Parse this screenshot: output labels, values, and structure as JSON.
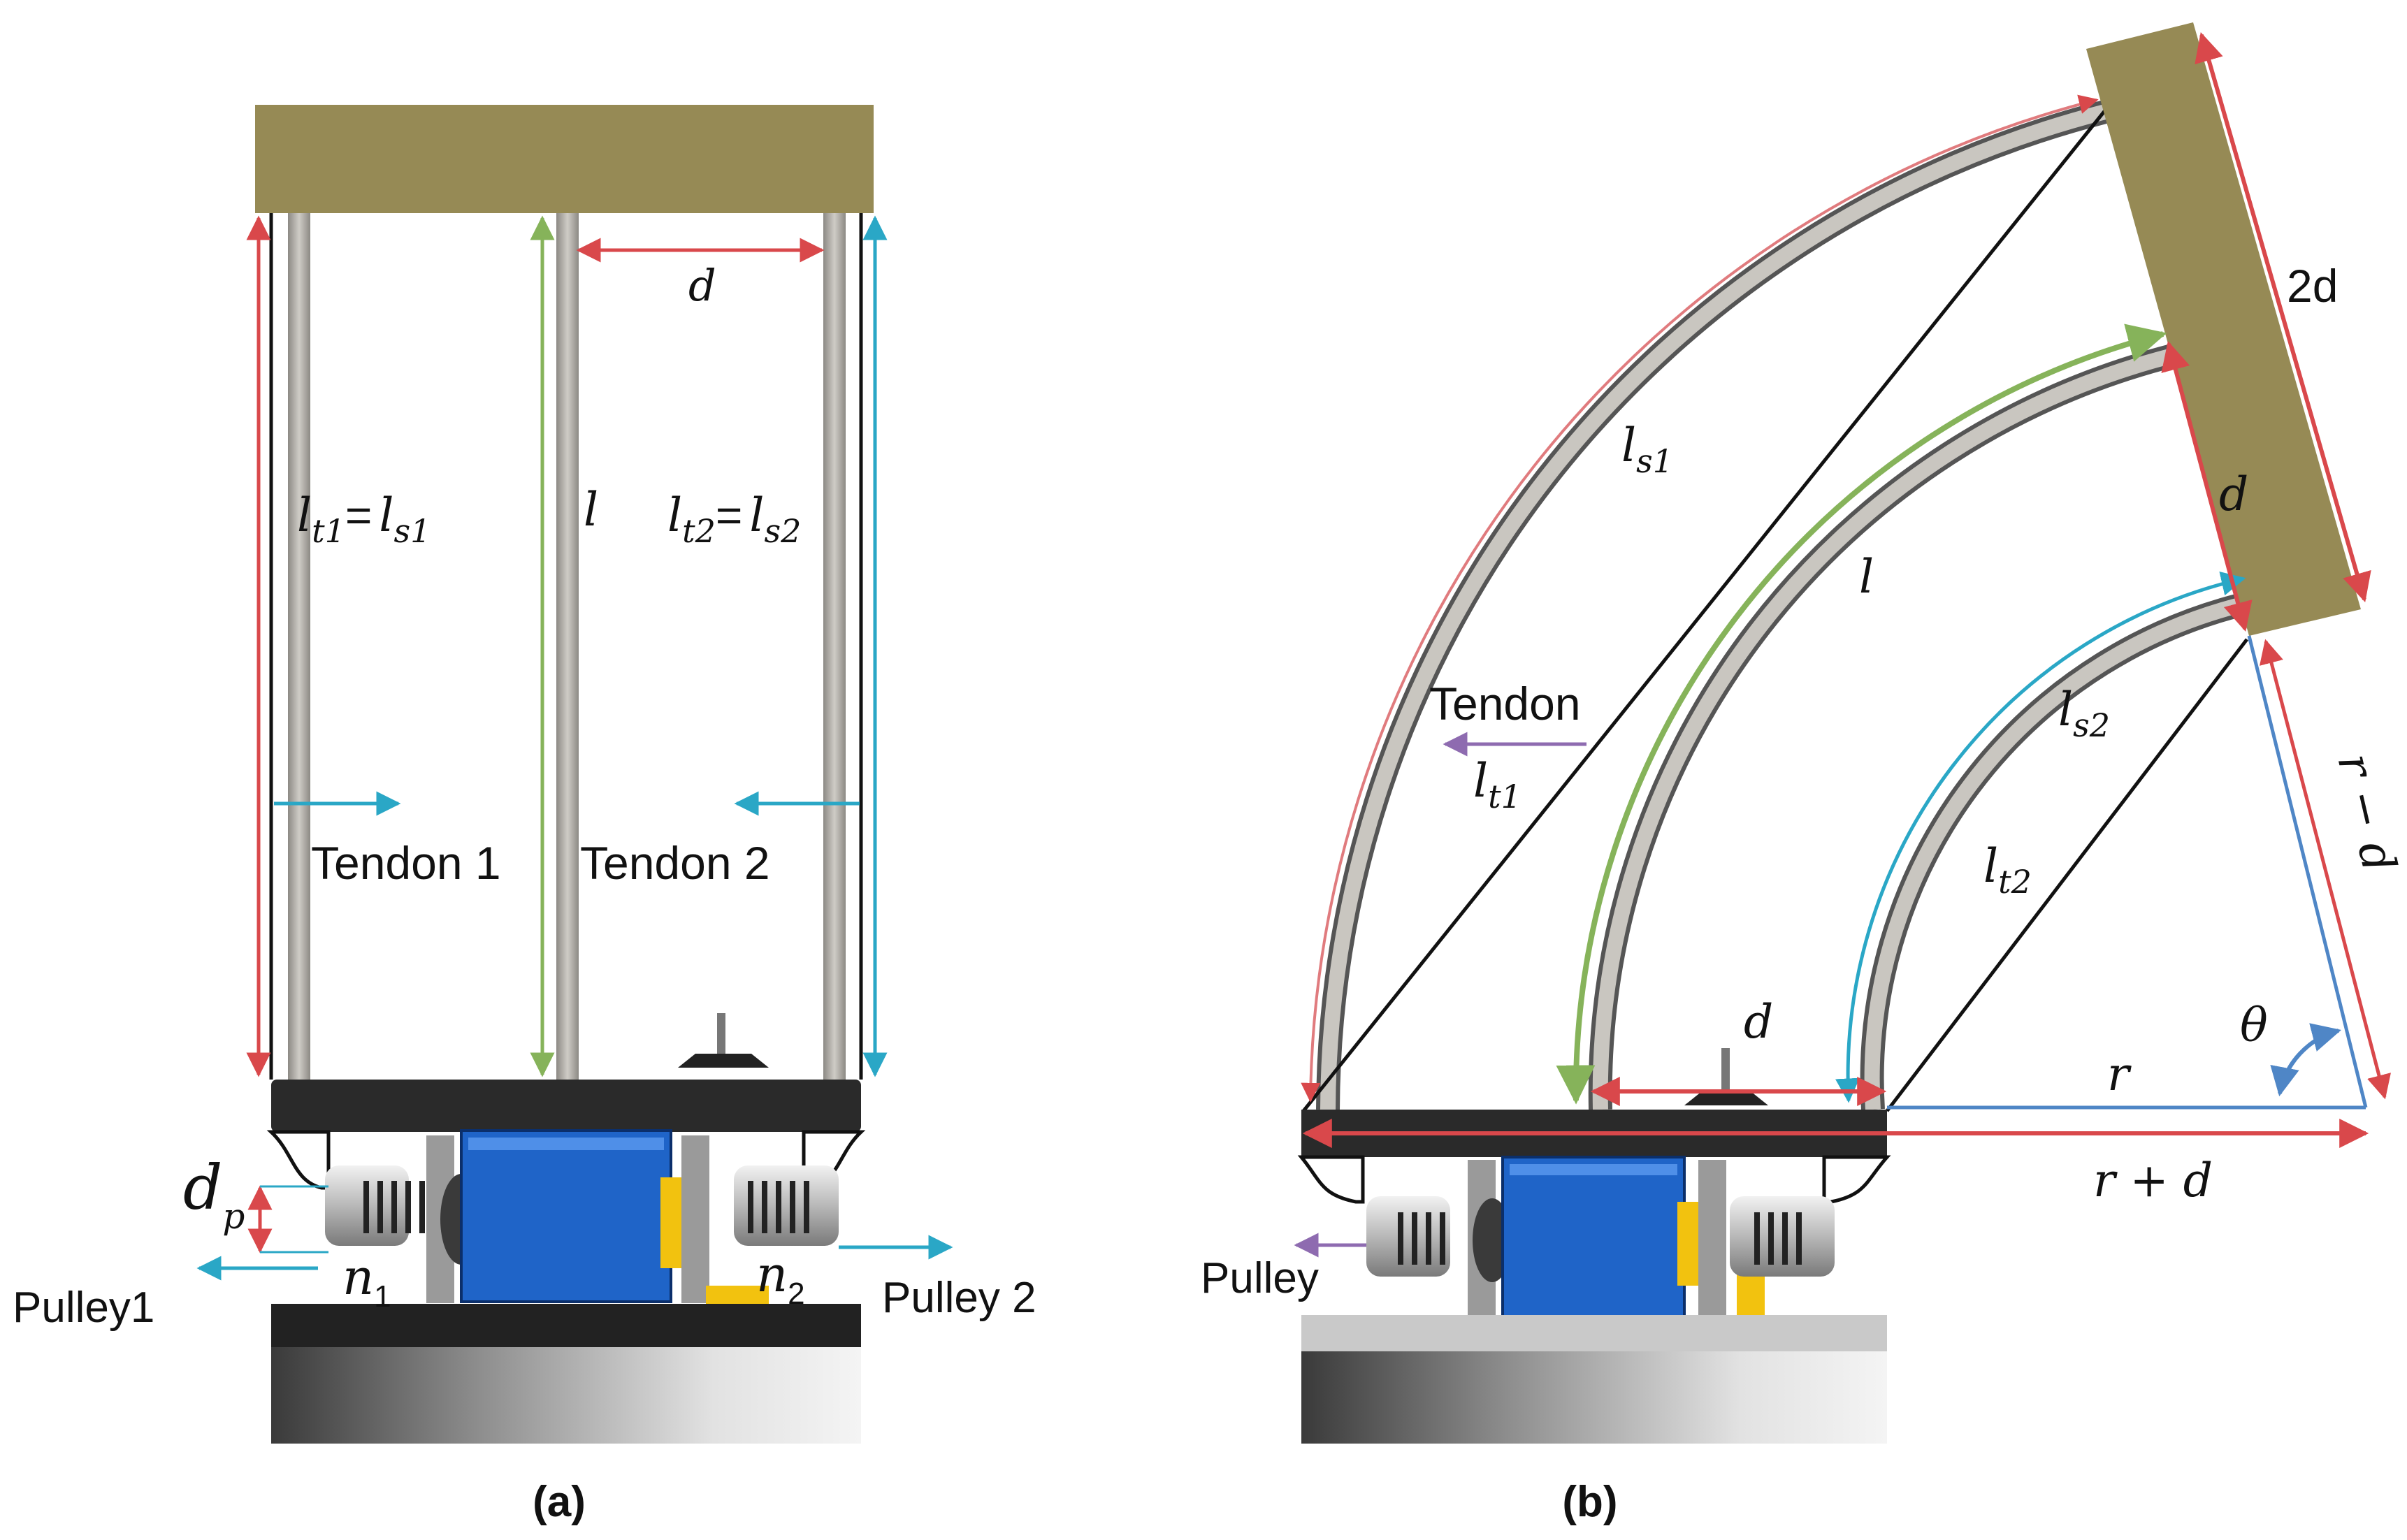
{
  "colors": {
    "plate_olive": "#968a55",
    "rod_gray": "#b9b6b0",
    "dark": "#2a2a2a",
    "motor_blue": "#1f64c8",
    "gear_yellow": "#f2c20f",
    "red_arrow": "#d9484b",
    "green_arrow": "#86b35a",
    "cyan_arrow": "#2aa7c6",
    "purple_arrow": "#8e6bb0",
    "blue_line": "#4f86c6"
  },
  "panel_a": {
    "caption": "(a)",
    "length_label_1": {
      "main": "l",
      "sub": "t1",
      "eq": "=",
      "main2": "l",
      "sub2": "s1"
    },
    "length_label_center": "l",
    "length_label_2": {
      "main": "l",
      "sub": "t2",
      "eq": "=",
      "main2": "l",
      "sub2": "s2"
    },
    "offset_label": "d",
    "tendon_1": "Tendon 1",
    "tendon_2": "Tendon 2",
    "pulley_diameter": {
      "main": "d",
      "sub": "p"
    },
    "turns_1": {
      "main": "n",
      "sub": "1"
    },
    "turns_2": {
      "main": "n",
      "sub": "2"
    },
    "pulley_1": "Pulley1",
    "pulley_2": "Pulley 2"
  },
  "panel_b": {
    "caption": "(b)",
    "label_2d": "2d",
    "label_d_plate": "d",
    "label_ls1": {
      "main": "l",
      "sub": "s1"
    },
    "label_l": "l",
    "label_ls2": {
      "main": "l",
      "sub": "s2"
    },
    "tendon": "Tendon",
    "label_lt1": {
      "main": "l",
      "sub": "t1"
    },
    "label_lt2": {
      "main": "l",
      "sub": "t2"
    },
    "label_d_base": "d",
    "label_theta": "θ",
    "label_r": "r",
    "label_r_minus_d": "r − d",
    "label_r_plus_d": "r + d",
    "pulley": "Pulley"
  }
}
